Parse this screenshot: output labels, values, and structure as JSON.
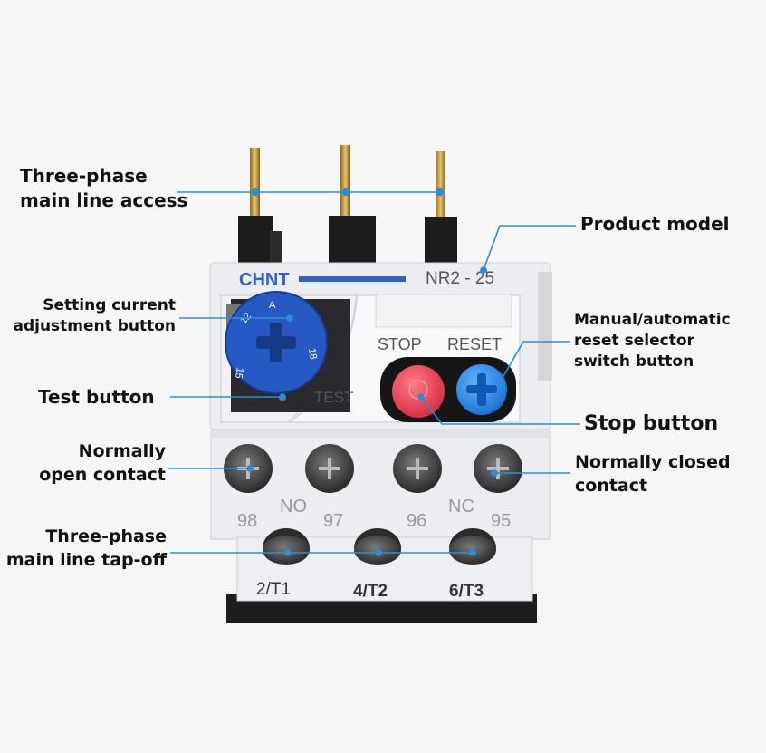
{
  "labels": {
    "three_phase_access": [
      "Three-phase",
      "main line access"
    ],
    "product_model": "Product model",
    "setting_current": [
      "Setting current",
      "adjustment button"
    ],
    "reset_selector": [
      "Manual/automatic",
      "reset selector",
      "switch button"
    ],
    "test_button": "Test button",
    "stop_button": "Stop button",
    "no_contact": [
      "Normally",
      "open contact"
    ],
    "nc_contact": [
      "Normally closed",
      "contact"
    ],
    "tap_off": [
      "Three-phase",
      "main line tap-off"
    ]
  },
  "device": {
    "brand": "CHNT",
    "model": "NR2 - 25",
    "stop": "STOP",
    "reset": "RESET",
    "test": "TEST",
    "dial_marks": [
      "12",
      "A",
      "18",
      "15"
    ],
    "dial_test": "TEST",
    "contact_numbers": [
      "98",
      "97",
      "96",
      "95"
    ],
    "no_mark": "NO",
    "nc_mark": "NC",
    "terminals": [
      "2/T1",
      "4/T2",
      "6/T3"
    ]
  },
  "colors": {
    "leader": "#2a8fd8",
    "blue_dial": "#2659c4",
    "stop_red": "#ee3b4e",
    "reset_blue": "#2286e0",
    "housing": "#ecedf0"
  }
}
